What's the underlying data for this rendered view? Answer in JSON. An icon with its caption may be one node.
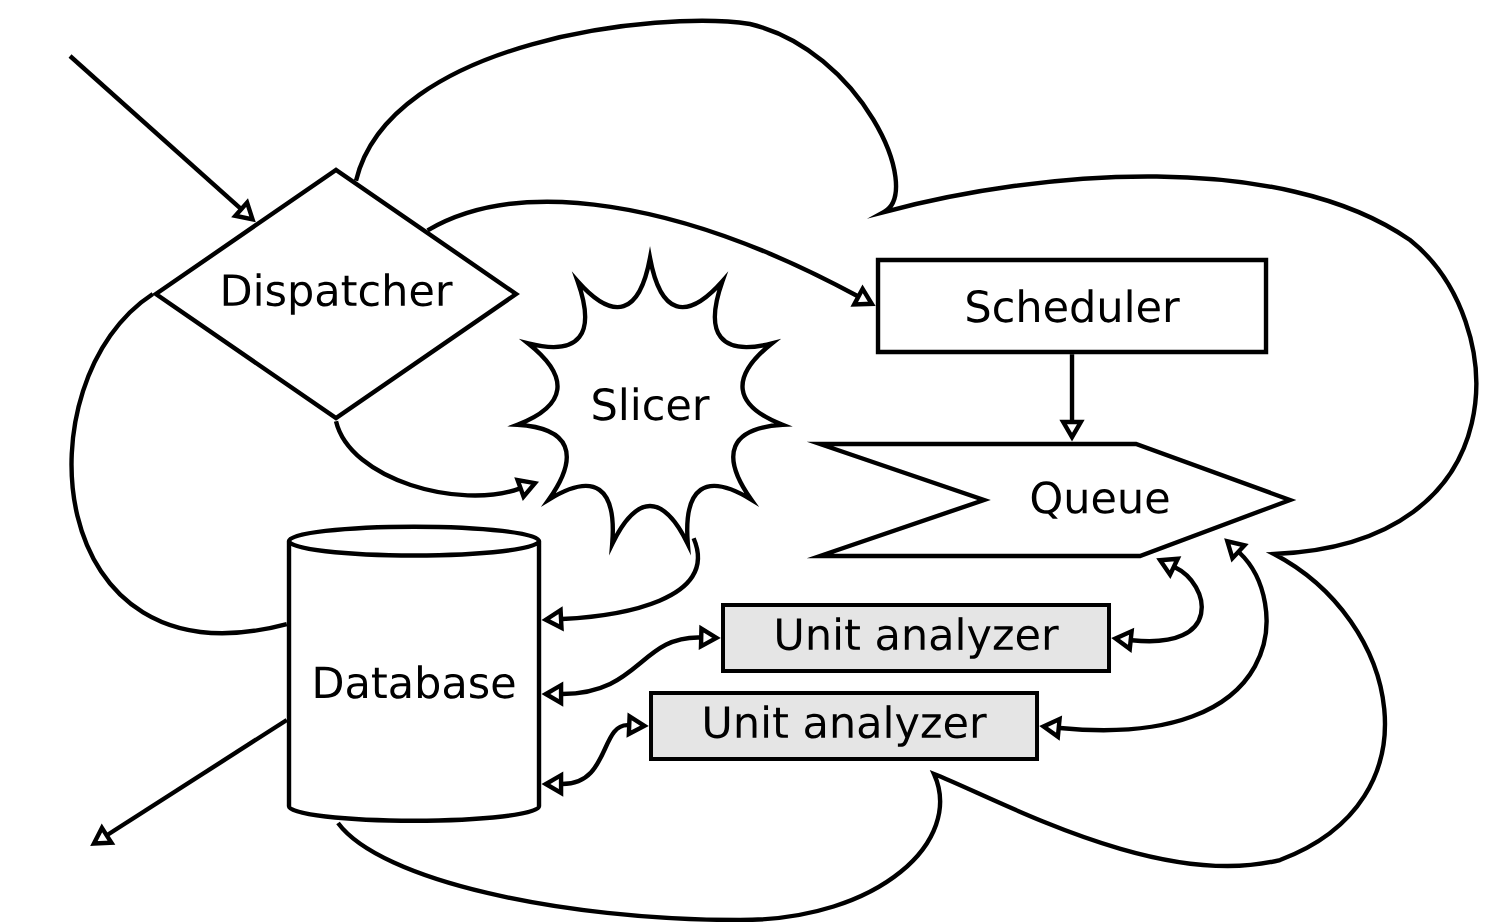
{
  "diagram": {
    "nodes": [
      {
        "text": [
          "Dispatcher"
        ]
      },
      {
        "text": [
          "Slicer"
        ]
      },
      {
        "text": [
          "Scheduler"
        ]
      },
      {
        "text": [
          "Queue"
        ]
      },
      {
        "text": [
          "Database"
        ]
      },
      {
        "text": [
          "Unit analyzer"
        ]
      },
      {
        "text": [
          "Unit analyzer"
        ]
      }
    ],
    "edges": [
      {
        "from": null,
        "to": 0,
        "arrow": "to"
      },
      {
        "from": 0,
        "to": 2,
        "arrow": "to"
      },
      {
        "from": 0,
        "to": 1,
        "arrow": "to"
      },
      {
        "from": 2,
        "to": 3,
        "arrow": "to"
      },
      {
        "from": 1,
        "to": 4,
        "arrow": "to"
      },
      {
        "from": 4,
        "to": 5,
        "arrow": "both"
      },
      {
        "from": 4,
        "to": 6,
        "arrow": "both"
      },
      {
        "from": 5,
        "to": 3,
        "arrow": "both"
      },
      {
        "from": 6,
        "to": 3,
        "arrow": "both"
      },
      {
        "from": 4,
        "to": null,
        "arrow": "to"
      },
      {
        "from": 0,
        "to": 4,
        "arrow": "none"
      },
      {
        "from": 4,
        "to": 0,
        "arrow": "none"
      }
    ]
  }
}
